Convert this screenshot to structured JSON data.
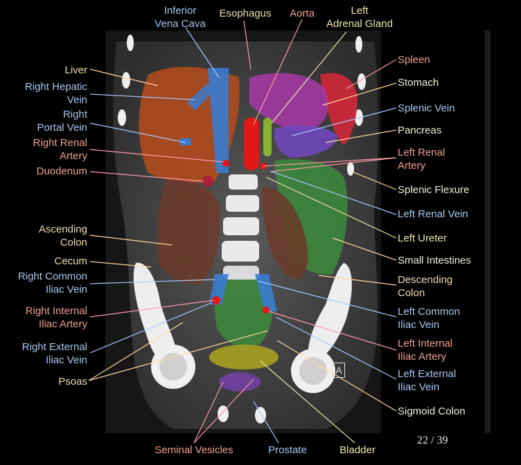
{
  "colors": {
    "artery": "#f0a090",
    "vein": "#a8c8f0",
    "organ": "#f0dcb0",
    "gland": "#f0e8a8",
    "gi": "#ecf4d8",
    "line_artery": "#ff9aa6",
    "line_vein": "#a9c9ff",
    "line_organ": "#ffd9a0",
    "liver_tint": "#b04a1e",
    "ivc_tint": "#3a7ad0",
    "aorta_tint": "#e01818",
    "spleen_tint": "#d02838",
    "stomach_tint": "#a838a8",
    "pancreas_tint": "#7048c0",
    "colon_tint": "#6a3a28",
    "intestine_tint": "#3c8a3c",
    "bladder_tint": "#a8a020",
    "vesicle_tint": "#7040a0",
    "adrenal_tint": "#90c030"
  },
  "labels": {
    "ivc": "Inferior\nVena Cava",
    "esophagus": "Esophagus",
    "aorta": "Aorta",
    "left_adrenal": "Left\nAdrenal Gland",
    "liver": "Liver",
    "right_hepatic_vein": "Right Hepatic\nVein",
    "right_portal_vein": "Right\nPortal Vein",
    "right_renal_artery": "Right Renal\nArtery",
    "duodenum": "Duodenum",
    "ascending_colon": "Ascending\nColon",
    "cecum": "Cecum",
    "right_common_iliac_vein": "Right Common\nIliac Vein",
    "right_internal_iliac_artery": "Right Internal\nIliac Artery",
    "right_external_iliac_vein": "Right External\nIliac Vein",
    "psoas": "Psoas",
    "seminal_vesicles": "Seminal Vesicles",
    "prostate": "Prostate",
    "bladder": "Bladder",
    "spleen": "Spleen",
    "stomach": "Stomach",
    "splenic_vein": "Splenic Vein",
    "pancreas": "Pancreas",
    "left_renal_artery": "Left Renal\nArtery",
    "splenic_flexure": "Splenic Flexure",
    "left_renal_vein": "Left Renal Vein",
    "left_ureter": "Left Ureter",
    "small_intestines": "Small Intestines",
    "descending_colon": "Descending\nColon",
    "left_common_iliac_vein": "Left Common\nIliac Vein",
    "left_internal_iliac_artery": "Left Internal\nIliac Artery",
    "left_external_iliac_vein": "Left External\nIliac Vein",
    "sigmoid_colon": "Sigmoid Colon"
  },
  "page": {
    "current": "22",
    "total": "39",
    "separator": " / "
  },
  "orientation_marker": "A"
}
